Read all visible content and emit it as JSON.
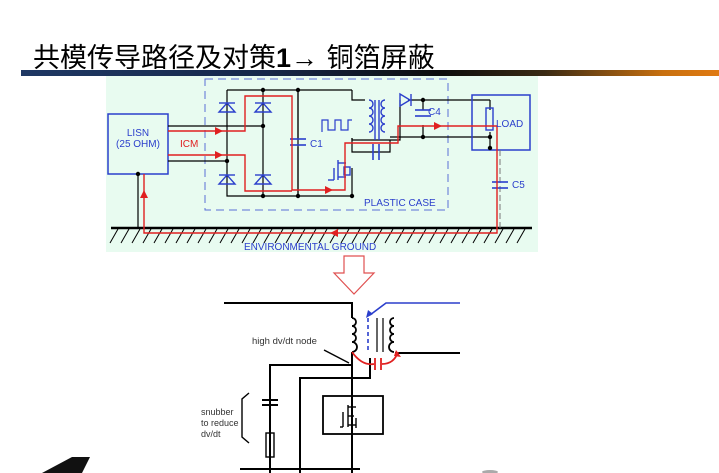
{
  "slide": {
    "title_prefix": "共模传导路径及对策",
    "title_number": "1",
    "title_arrow": "→",
    "title_suffix": " 铜箔屏蔽"
  },
  "circuit_top": {
    "lisn_line1": "LISN",
    "lisn_line2": "(25 OHM)",
    "icm_label": "ICM",
    "c1_label": "C1",
    "c4_label": "C4",
    "c5_label": "C5",
    "load_label": "LOAD",
    "case_label": "PLASTIC CASE",
    "ground_label": "ENVIRONMENTAL GROUND",
    "colors": {
      "background": "#e8fbf0",
      "component": "#2b3fcc",
      "current": "#e02020",
      "wire": "#000000"
    }
  },
  "circuit_bottom": {
    "node_label": "high dv/dt node",
    "snubber_line1": "snubber",
    "snubber_line2": "to reduce",
    "snubber_line3": "dv/dt"
  }
}
